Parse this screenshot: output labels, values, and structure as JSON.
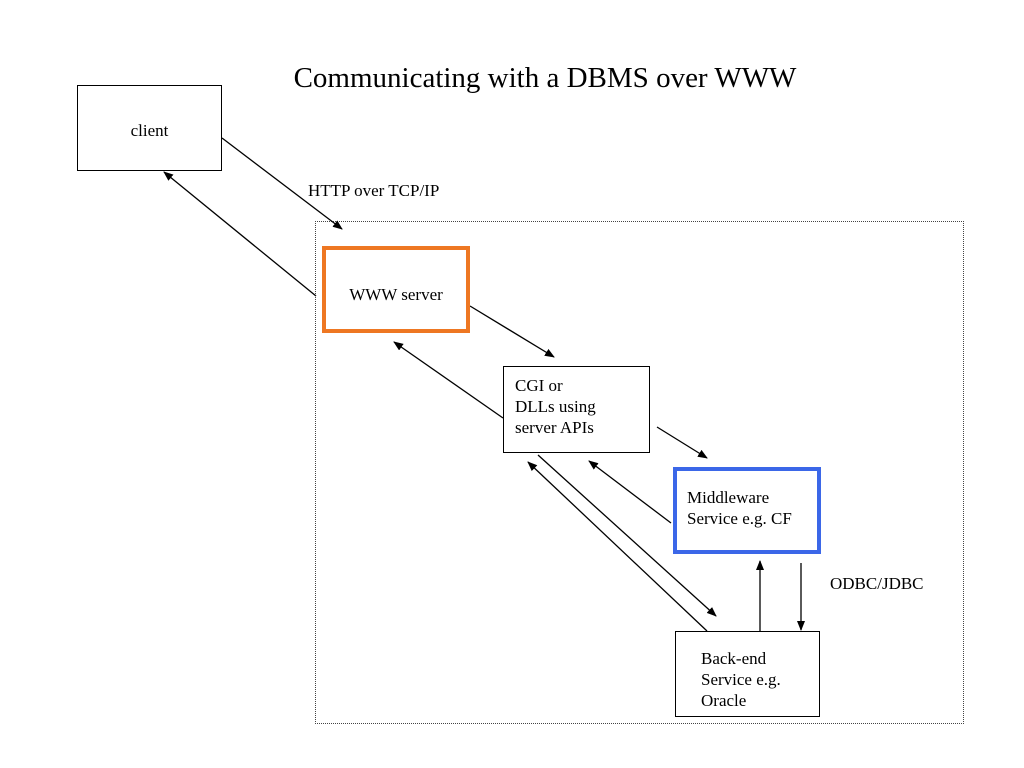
{
  "title": "Communicating with a DBMS over WWW",
  "nodes": {
    "client": {
      "lines": [
        "client"
      ]
    },
    "www_server": {
      "lines": [
        "WWW server"
      ],
      "border_color": "#ee7722"
    },
    "cgi": {
      "lines": [
        "CGI or",
        "DLLs using",
        "server APIs"
      ]
    },
    "middleware": {
      "lines": [
        "Middleware",
        "Service e.g. CF"
      ],
      "border_color": "#3b67e8"
    },
    "backend": {
      "lines": [
        "Back-end",
        "Service e.g.",
        "Oracle"
      ]
    }
  },
  "labels": {
    "http": "HTTP over TCP/IP",
    "odbc": "ODBC/JDBC"
  }
}
